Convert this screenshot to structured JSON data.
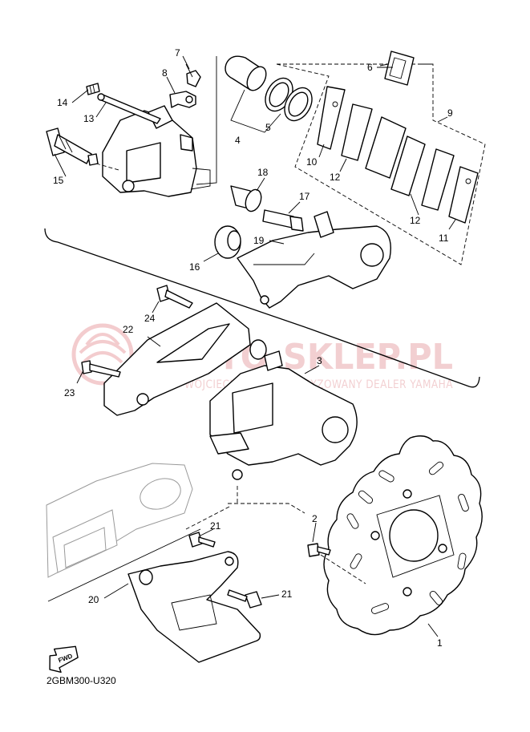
{
  "diagram": {
    "code": "2GBM300-U320",
    "fwd_label": "FWD",
    "watermark": {
      "title": "MOTO-SKLEP.PL",
      "subtitle": "WOJCIECHOWSKI AUTORYZOWANY DEALER YAMAHA"
    },
    "labels": [
      {
        "id": "1",
        "text": "1"
      },
      {
        "id": "2",
        "text": "2"
      },
      {
        "id": "3",
        "text": "3"
      },
      {
        "id": "4",
        "text": "4"
      },
      {
        "id": "5",
        "text": "5"
      },
      {
        "id": "6",
        "text": "6"
      },
      {
        "id": "7",
        "text": "7"
      },
      {
        "id": "8",
        "text": "8"
      },
      {
        "id": "9",
        "text": "9"
      },
      {
        "id": "10",
        "text": "10"
      },
      {
        "id": "11",
        "text": "11"
      },
      {
        "id": "12a",
        "text": "12"
      },
      {
        "id": "12b",
        "text": "12"
      },
      {
        "id": "13",
        "text": "13"
      },
      {
        "id": "14",
        "text": "14"
      },
      {
        "id": "15",
        "text": "15"
      },
      {
        "id": "16",
        "text": "16"
      },
      {
        "id": "17",
        "text": "17"
      },
      {
        "id": "18",
        "text": "18"
      },
      {
        "id": "19",
        "text": "19"
      },
      {
        "id": "20",
        "text": "20"
      },
      {
        "id": "21a",
        "text": "21"
      },
      {
        "id": "21b",
        "text": "21"
      },
      {
        "id": "22",
        "text": "22"
      },
      {
        "id": "23",
        "text": "23"
      },
      {
        "id": "24",
        "text": "24"
      }
    ]
  }
}
